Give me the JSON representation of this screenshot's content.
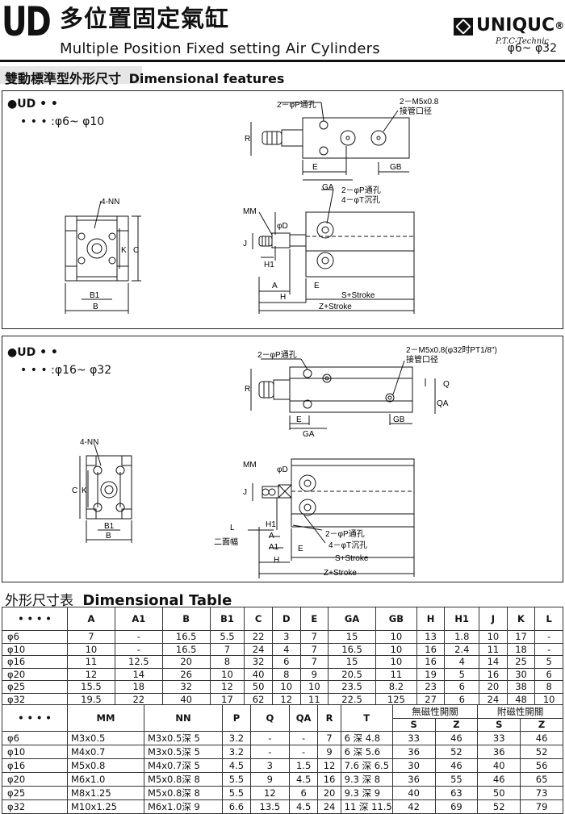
{
  "header": {
    "model": "UD",
    "title_cn": "多位置固定氣缸",
    "title_en": "Multiple Position Fixed setting Air Cylinders",
    "brand": "UNIQUC",
    "registered": "®",
    "brand_sub": "P.T.C-Technic",
    "range": "φ6~ φ32"
  },
  "section": {
    "title_cn": "雙動標準型外形尺寸",
    "title_en": "Dimensional features"
  },
  "panel1": {
    "title": "●UD • •",
    "subtitle": "• • • :φ6~ φ10",
    "labels": {
      "p_hole": "2－φP通孔",
      "m5": "2－M5x0.8",
      "port": "接管口径",
      "R": "R",
      "E": "E",
      "GA": "GA",
      "GB": "GB",
      "nn": "4-NN",
      "K": "K",
      "C": "C",
      "B1": "B1",
      "B": "B",
      "p_hole2": "2－φP通孔",
      "t_hole": "4－φT沉孔",
      "MM": "MM",
      "D": "φD",
      "J": "J",
      "H1": "H1",
      "A": "A",
      "H": "H",
      "E2": "E",
      "S": "S+Stroke",
      "Z": "Z+Stroke"
    }
  },
  "panel2": {
    "title": "●UD • •",
    "subtitle": "• • • :φ16~ φ32",
    "labels": {
      "p_hole": "2－φP通孔",
      "m5": "2－M5x0.8(φ32时PT1/8\")",
      "port": "接管口径",
      "R": "R",
      "E": "E",
      "GA": "GA",
      "GB": "GB",
      "Q": "Q",
      "QA": "QA",
      "nn": "4-NN",
      "C": "C",
      "K": "K",
      "B1": "B1",
      "B": "B",
      "MM": "MM",
      "D": "φD",
      "J": "J",
      "H1": "H1",
      "L": "L",
      "flat": "二面幅",
      "A": "A",
      "A1": "A1",
      "E2": "E",
      "H": "H",
      "p_hole2": "2－φP通孔",
      "t_hole": "4－φT沉孔",
      "S": "S+Stroke",
      "Z": "Z+Stroke"
    }
  },
  "table_title": {
    "cn": "外形尺寸表",
    "en": "Dimensional Table"
  },
  "table1": {
    "headers": [
      "• • • •",
      "A",
      "A1",
      "B",
      "B1",
      "C",
      "D",
      "E",
      "GA",
      "GB",
      "H",
      "H1",
      "J",
      "K",
      "L"
    ],
    "rows": [
      [
        "φ6",
        "7",
        "-",
        "16.5",
        "5.5",
        "22",
        "3",
        "7",
        "15",
        "10",
        "13",
        "1.8",
        "10",
        "17",
        "-"
      ],
      [
        "φ10",
        "10",
        "-",
        "16.5",
        "7",
        "24",
        "4",
        "7",
        "16.5",
        "10",
        "16",
        "2.4",
        "11",
        "18",
        "-"
      ],
      [
        "φ16",
        "11",
        "12.5",
        "20",
        "8",
        "32",
        "6",
        "7",
        "15",
        "10",
        "16",
        "4",
        "14",
        "25",
        "5"
      ],
      [
        "φ20",
        "12",
        "14",
        "26",
        "10",
        "40",
        "8",
        "9",
        "20.5",
        "11",
        "19",
        "5",
        "16",
        "30",
        "6"
      ],
      [
        "φ25",
        "15.5",
        "18",
        "32",
        "12",
        "50",
        "10",
        "10",
        "23.5",
        "8.2",
        "23",
        "6",
        "20",
        "38",
        "8"
      ],
      [
        "φ32",
        "19.5",
        "22",
        "40",
        "17",
        "62",
        "12",
        "11",
        "22.5",
        "125",
        "27",
        "6",
        "24",
        "48",
        "10"
      ]
    ]
  },
  "table2": {
    "headers": [
      "• • • •",
      "MM",
      "NN",
      "P",
      "Q",
      "QA",
      "R",
      "T"
    ],
    "group1": "無磁性開關",
    "group2": "附磁性開關",
    "sub": [
      "S",
      "Z",
      "S",
      "Z"
    ],
    "rows": [
      [
        "φ6",
        "M3x0.5",
        "M3x0.5深 5",
        "3.2",
        "-",
        "-",
        "7",
        "6 深 4.8",
        "33",
        "46",
        "33",
        "46"
      ],
      [
        "φ10",
        "M4x0.7",
        "M3x0.5深 5",
        "3.2",
        "-",
        "-",
        "9",
        "6 深 5.6",
        "36",
        "52",
        "36",
        "52"
      ],
      [
        "φ16",
        "M5x0.8",
        "M4x0.7深 5",
        "4.5",
        "3",
        "1.5",
        "12",
        "7.6 深 6.5",
        "30",
        "46",
        "40",
        "56"
      ],
      [
        "φ20",
        "M6x1.0",
        "M5x0.8深 8",
        "5.5",
        "9",
        "4.5",
        "16",
        "9.3 深 8",
        "36",
        "55",
        "46",
        "65"
      ],
      [
        "φ25",
        "M8x1.25",
        "M5x0.8深 8",
        "5.5",
        "12",
        "6",
        "20",
        "9.3 深 9",
        "40",
        "63",
        "50",
        "73"
      ],
      [
        "φ32",
        "M10x1.25",
        "M6x1.0深 9",
        "6.6",
        "13.5",
        "4.5",
        "24",
        "11 深 11.5",
        "42",
        "69",
        "52",
        "79"
      ]
    ]
  }
}
